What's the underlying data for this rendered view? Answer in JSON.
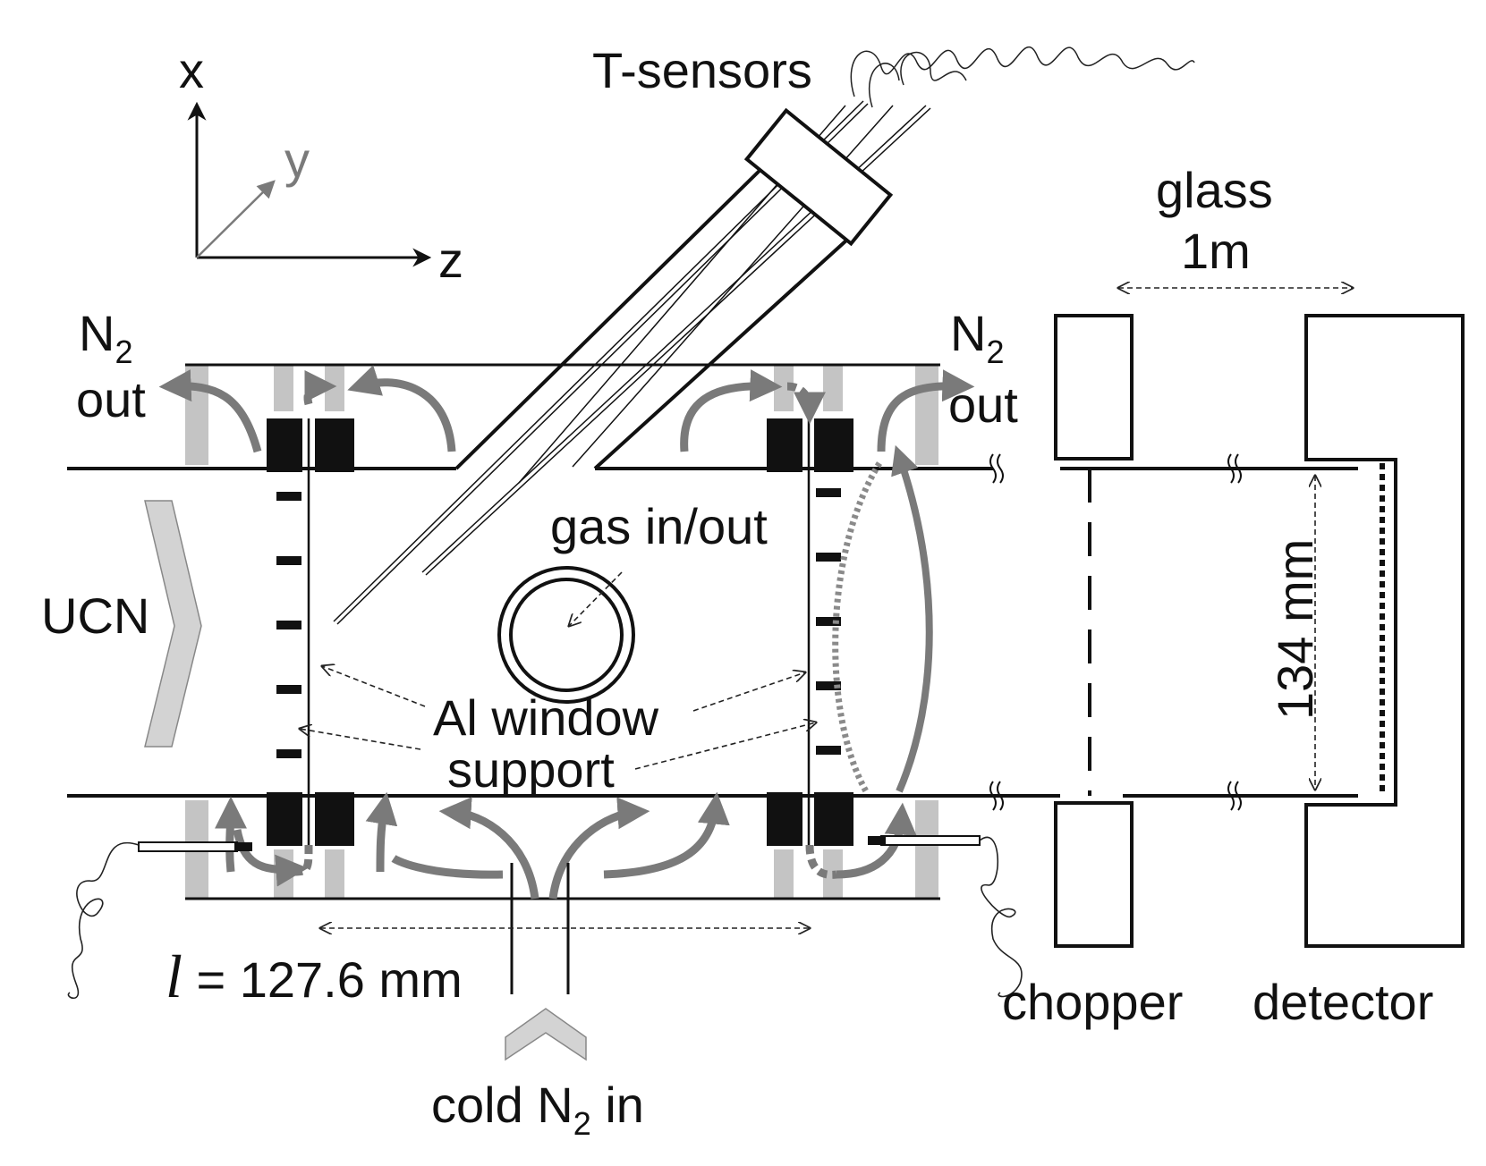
{
  "labels": {
    "axis_x": "x",
    "axis_y": "y",
    "axis_z": "z",
    "t_sensors": "T-sensors",
    "glass": "glass",
    "one_m": "1m",
    "n2_left": "N",
    "n2_left_sub": "2",
    "out_left": "out",
    "n2_right": "N",
    "n2_right_sub": "2",
    "out_right": "out",
    "ucn": "UCN",
    "gas_in_out": "gas in/out",
    "al_window": "Al window",
    "support": "support",
    "length_symbol": "l",
    "length_value": " = 127.6 mm",
    "dimension_134": "134 mm",
    "chopper": "chopper",
    "detector": "detector",
    "cold_prefix": "cold N",
    "cold_sub": "2",
    "cold_suffix": " in"
  },
  "colors": {
    "line": "#111111",
    "flow_arrow": "#7a7a7a",
    "insulation": "#c4c4c4",
    "big_arrow": "#d3d3d3",
    "axis_y": "#7a7a7a"
  }
}
